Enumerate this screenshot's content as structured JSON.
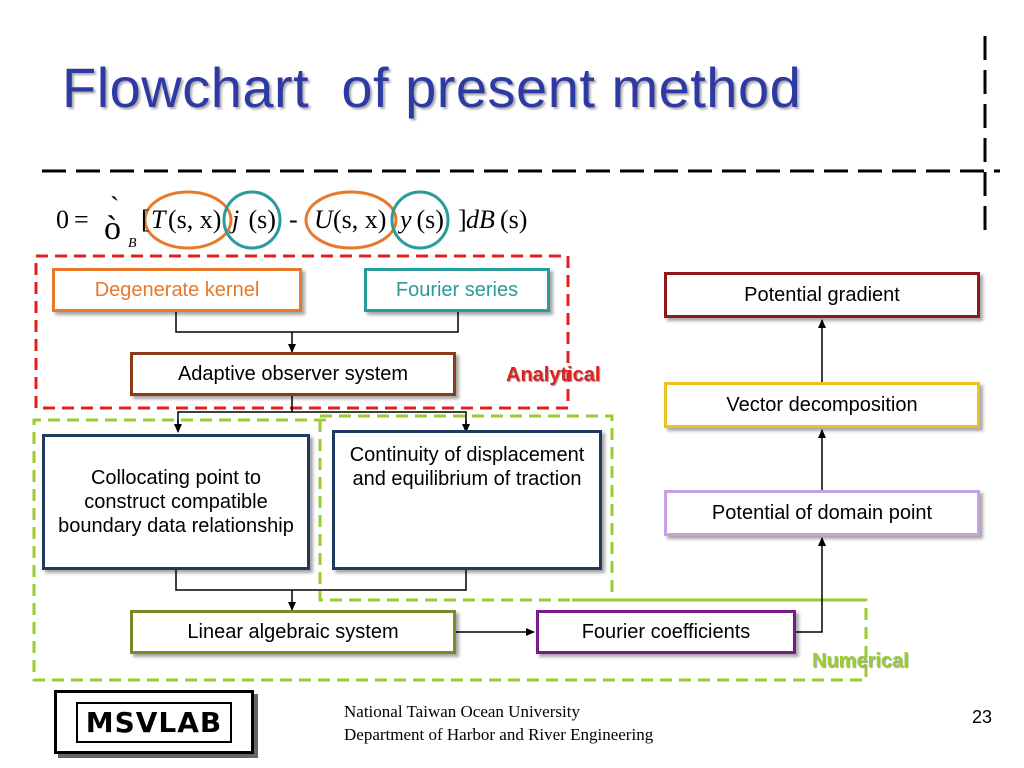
{
  "title": "Flowchart  of present method",
  "equation": {
    "lhs": "0",
    "eq": "=",
    "integral_glyph": "ò",
    "integral_accent": "`",
    "subscript": "B",
    "open_bracket": "[",
    "T": "T",
    "args_T": "(s, x)",
    "phi": "j",
    "args_phi": " (s)",
    "minus": "-",
    "U": "U",
    "args_U": "(s, x)",
    "psi": "y",
    "args_psi": " (s)",
    "close_bracket": "]",
    "dB": "dB",
    "args_dB": "(s)"
  },
  "boxes": {
    "degenerate_kernel": "Degenerate kernel",
    "fourier_series": "Fourier series",
    "adaptive_observer": "Adaptive observer system",
    "collocating": "Collocating point to construct compatible boundary data relationship",
    "continuity": "Continuity of displacement and equilibrium of traction",
    "linear_algebraic": "Linear algebraic system",
    "fourier_coefficients": "Fourier coefficients",
    "potential_domain": "Potential of domain point",
    "vector_decomposition": "Vector decomposition",
    "potential_gradient": "Potential gradient"
  },
  "labels": {
    "analytical": "Analytical",
    "numerical": "Numerical"
  },
  "colors": {
    "title": "#2e3aa3",
    "orange": "#e8782a",
    "teal": "#2a9a9a",
    "brown": "#8b3a1a",
    "navy": "#1f3a5f",
    "olive": "#7a8a2a",
    "purple": "#7a1a8a",
    "lavender": "#c8a0e8",
    "gold": "#f0c020",
    "darkred": "#8b1a1a",
    "analytical_red": "#e02020",
    "numerical_green": "#9acd32"
  },
  "footer": {
    "logo": "MSVLAB",
    "line1": "National Taiwan Ocean University",
    "line2": "Department of Harbor and River Engineering",
    "page_number": "23"
  }
}
